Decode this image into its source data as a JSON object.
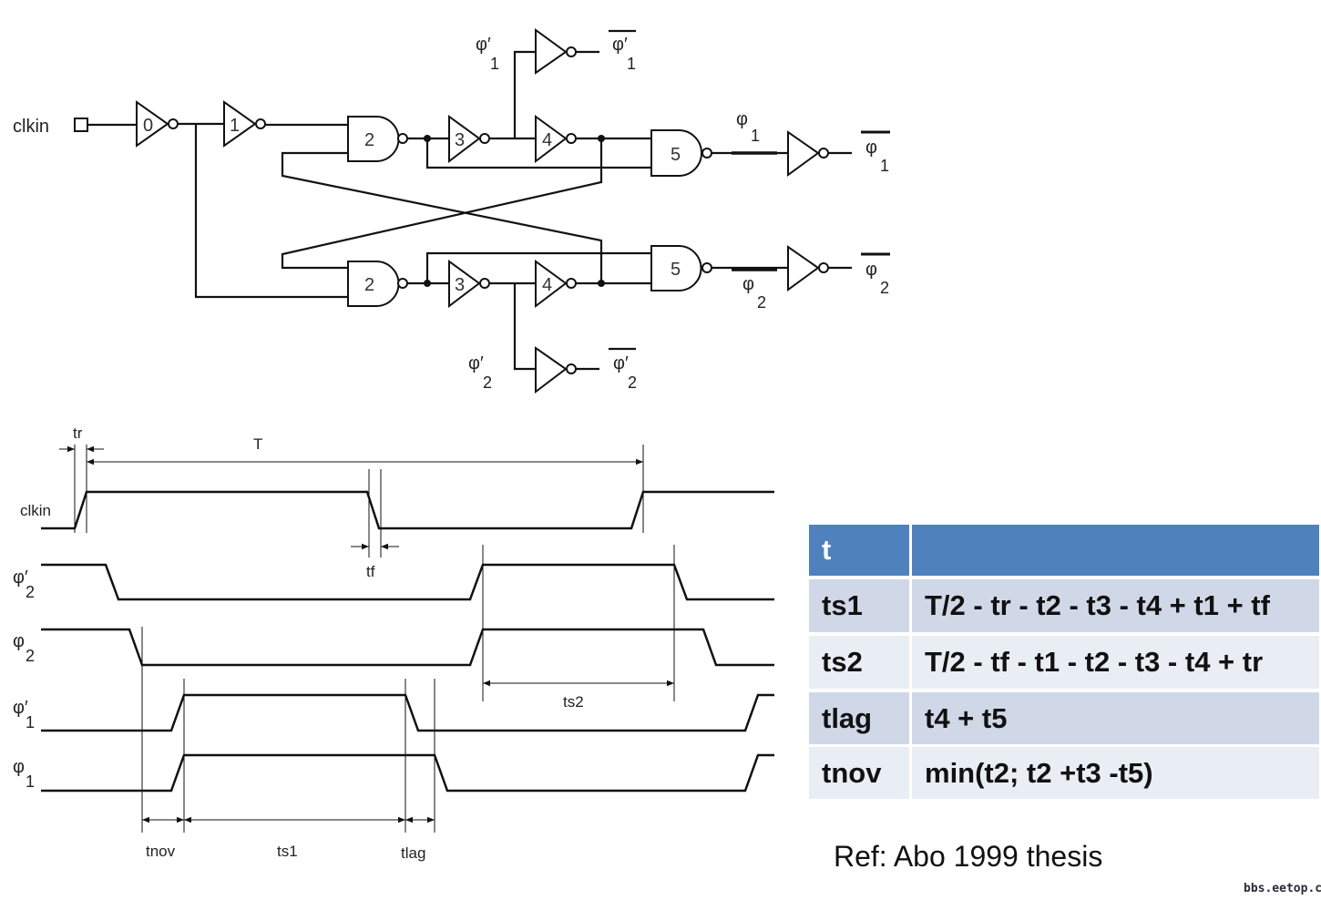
{
  "circuit": {
    "input_label": "clkin",
    "gates": {
      "inv0": "0",
      "inv1": "1",
      "nand2": "2",
      "inv3": "3",
      "inv4": "4",
      "nand5": "5"
    },
    "outputs": {
      "phi1_prime": {
        "sym": "φ′",
        "sub": "1"
      },
      "phi1_prime_bar": {
        "sym": "φ′",
        "sub": "1"
      },
      "phi1": {
        "sym": "φ",
        "sub": "1"
      },
      "phi1_bar": {
        "sym": "φ",
        "sub": "1"
      },
      "phi2": {
        "sym": "φ",
        "sub": "2"
      },
      "phi2_bar": {
        "sym": "φ",
        "sub": "2"
      },
      "phi2_prime": {
        "sym": "φ′",
        "sub": "2"
      },
      "phi2_prime_bar": {
        "sym": "φ′",
        "sub": "2"
      }
    }
  },
  "timing": {
    "signals": [
      {
        "sym": "clkin",
        "sub": ""
      },
      {
        "sym": "φ′",
        "sub": "2"
      },
      {
        "sym": "φ",
        "sub": "2"
      },
      {
        "sym": "φ′",
        "sub": "1"
      },
      {
        "sym": "φ",
        "sub": "1"
      }
    ],
    "intervals": {
      "tr": "tr",
      "T": "T",
      "tf": "tf",
      "ts2": "ts2",
      "tnov": "tnov",
      "ts1": "ts1",
      "tlag": "tlag"
    }
  },
  "table": {
    "header": [
      "t",
      ""
    ],
    "rows": [
      [
        "ts1",
        "T/2 - tr - t2 - t3 - t4 + t1 + tf"
      ],
      [
        "ts2",
        "T/2 - tf - t1 - t2 - t3 - t4 + tr"
      ],
      [
        "tlag",
        "t4 + t5"
      ],
      [
        "tnov",
        "min(t2; t2 +t3 -t5)"
      ]
    ],
    "colors": {
      "header": "#4f81bd",
      "odd": "#d0d8e8",
      "even": "#e9edf4"
    }
  },
  "reference": "Ref: Abo 1999 thesis",
  "watermark": "bbs.eetop.cn"
}
